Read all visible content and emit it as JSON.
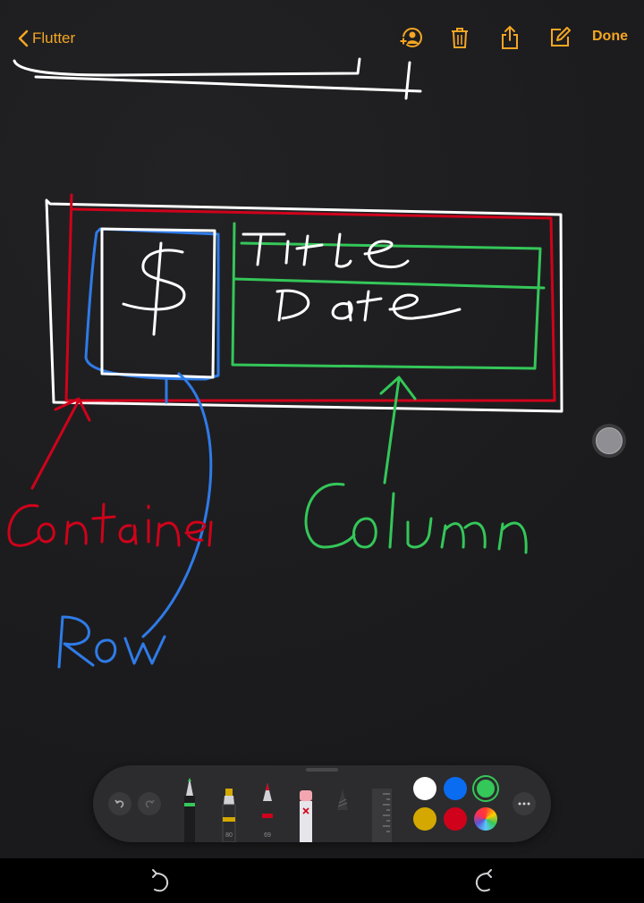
{
  "nav": {
    "back_label": "Flutter",
    "done_label": "Done",
    "accent": "#f5a623",
    "icons": [
      "add-person-icon",
      "trash-icon",
      "share-icon",
      "compose-icon"
    ]
  },
  "sketch": {
    "title_text": "Title",
    "date_text": "Date",
    "dollar_text": "$",
    "container_label": "Container",
    "row_label": "Row",
    "column_label": "Column",
    "colors": {
      "white": "#ffffff",
      "container": "#d0021b",
      "row": "#2f7be8",
      "column": "#34c759"
    }
  },
  "toolbar": {
    "tool_numbers": {
      "marker": "80",
      "pencil": "69"
    },
    "swatches": [
      "#ffffff",
      "#0a6cf0",
      "#34c759",
      "#d4a800",
      "#d0021b",
      "color-wheel"
    ],
    "selected_swatch": "#34c759"
  },
  "bottom_bar": {
    "icons": [
      "undo-arrow-icon",
      "redo-arrow-icon"
    ]
  }
}
